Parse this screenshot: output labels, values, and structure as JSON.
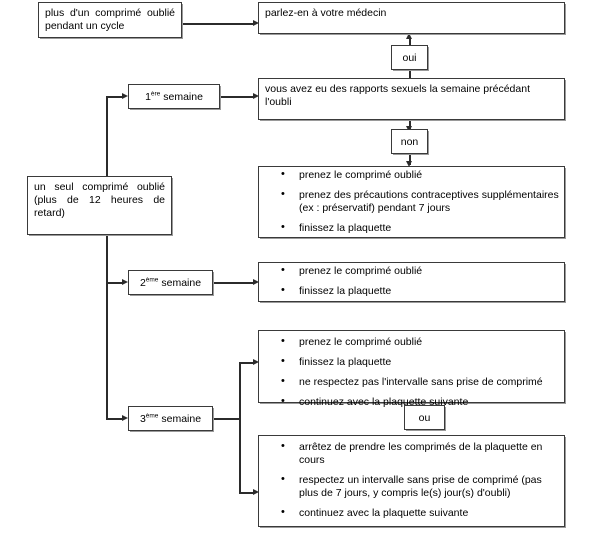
{
  "diagram": {
    "title_text": "",
    "nodes": {
      "missed_multiple": "plus d'un comprimé oublié pendant un cycle",
      "see_doctor": "parlez-en à votre médecin",
      "yes_label": "oui",
      "no_label": "non",
      "or_label": "ou",
      "week1": "1ère semaine",
      "week2": "2ème semaine",
      "week3": "3ème semaine",
      "single_missed": "un seul comprimé oublié (plus de 12 heures de retard)",
      "sex_question": "vous avez eu des rapports sexuels la semaine précédant l'oubli",
      "week1_actions": [
        "prenez le comprimé oublié",
        "prenez des précautions contraceptives supplémentaires (ex : préservatif) pendant 7 jours",
        "finissez la plaquette"
      ],
      "week2_actions": [
        "prenez le comprimé oublié",
        "finissez la plaquette"
      ],
      "week3_option_a": [
        "prenez le comprimé oublié",
        "finissez la plaquette",
        "ne respectez pas l'intervalle sans prise de comprimé",
        "continuez avec la plaquette suivante"
      ],
      "week3_option_b": [
        "arrêtez de prendre les comprimés de la plaquette en cours",
        "respectez un intervalle sans prise de comprimé (pas plus de 7 jours, y compris le(s) jour(s) d'oubli)",
        "continuez avec la plaquette suivante"
      ]
    },
    "week_labels": {
      "week1_num": "1",
      "week1_sup": "ère",
      "week1_rest": " semaine",
      "week2_num": "2",
      "week2_sup": "ème",
      "week2_rest": " semaine",
      "week3_num": "3",
      "week3_sup": "ème",
      "week3_rest": " semaine"
    },
    "colors": {
      "border": "#3a3a3a",
      "line": "#2b2b2b",
      "background": "#ffffff",
      "text": "#000000",
      "shadow": "#9a9a9a"
    }
  }
}
